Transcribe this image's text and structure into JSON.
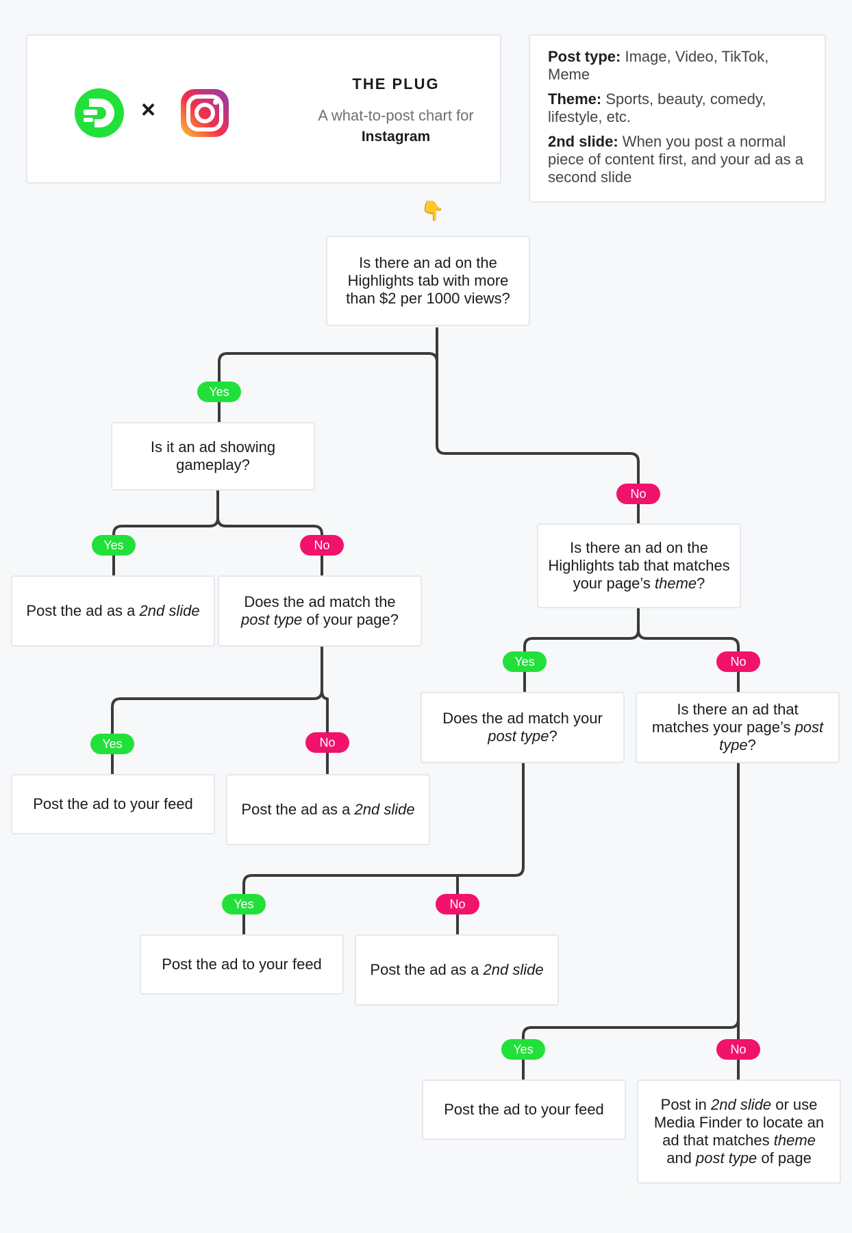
{
  "header": {
    "times_symbol": "×",
    "title": "THE PLUG",
    "subtitle": "A what-to-post chart for",
    "platform": "Instagram"
  },
  "legend": [
    {
      "term": "Post type:",
      "definition": " Image, Video, TikTok, Meme"
    },
    {
      "term": "Theme:",
      "definition": " Sports, beauty, comedy, lifestyle, etc."
    },
    {
      "term": "2nd slide:",
      "definition": " When you post a normal piece of content first, and your ad as a second slide"
    }
  ],
  "pointer_emoji": "👇",
  "colors": {
    "yes": "#22e03a",
    "no": "#f1126b",
    "line": "#3a3a3a",
    "logo_green": "#22e03a"
  },
  "edge_labels": {
    "yes": "Yes",
    "no": "No"
  },
  "nodes": {
    "q1": "Is there an ad on the Highlights tab with more than $2 per 1000 views?",
    "q_gameplay": "Is it an ad showing gameplay?",
    "a_2nd_slide_1": "Post the ad as a <i>2nd slide</i>",
    "q_post_type_1": "Does the ad match the <i>post type</i> of your page?",
    "a_feed_1": "Post the ad to your feed",
    "a_2nd_slide_2": "Post the ad as a <i>2nd slide</i>",
    "q_theme": "Is there an ad on the Highlights tab that matches your page’s <i>theme</i>?",
    "q_post_type_2": "Does the ad match your <i>post type</i>?",
    "q_post_type_ad": "Is there an ad that matches your page’s <i>post type</i>?",
    "a_feed_2": "Post the ad to your feed",
    "a_2nd_slide_3": "Post the ad as a <i>2nd slide</i>",
    "a_feed_3": "Post the ad to your feed",
    "a_final": "Post in <i>2nd slide</i> or use Media Finder to locate an ad that matches <i>theme</i> and <i>post type</i> of page"
  }
}
